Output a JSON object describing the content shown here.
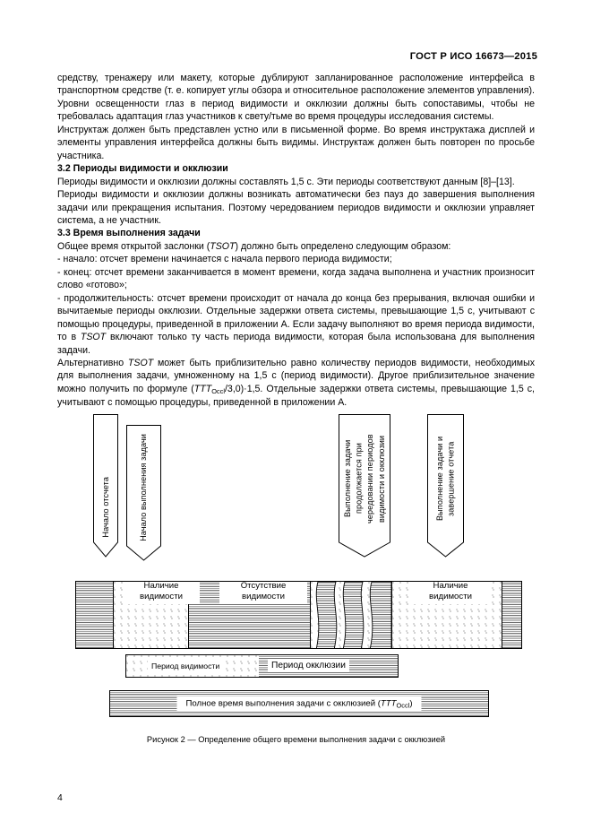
{
  "document": {
    "header": "ГОСТ Р ИСО 16673—2015",
    "page_number": "4"
  },
  "body": {
    "paragraphs": [
      {
        "id": "p1",
        "type": "continuation",
        "text": "средству, тренажеру или макету, которые дублируют запланированное расположение интерфейса в транспортном средстве (т. е. копирует углы обзора и относительное расположение элементов управления). Уровни освещенности глаз в период видимости и окклюзии должны быть сопоставимы, чтобы не требовалась адаптация глаз участников к свету/тьме во время процедуры исследования системы."
      },
      {
        "id": "p2",
        "type": "indent",
        "text": "Инструктаж должен быть представлен устно или в письменной форме. Во время инструктажа дисплей и элементы управления интерфейса должны быть видимы. Инструктаж должен быть повторен по просьбе участника."
      },
      {
        "id": "h32",
        "type": "heading",
        "text": "3.2 Периоды видимости и окклюзии"
      },
      {
        "id": "p3",
        "type": "indent",
        "text": "Периоды видимости и окклюзии должны составлять 1,5 с. Эти периоды соответствуют данным [8]–[13]."
      },
      {
        "id": "p4",
        "type": "indent",
        "text": "Периоды видимости и окклюзии должны возникать автоматически без пауз до завершения выполнения задачи или прекращения испытания. Поэтому чередованием периодов видимости и окклюзии управляет система, а не участник."
      },
      {
        "id": "h33",
        "type": "heading",
        "text": "3.3 Время выполнения задачи"
      }
    ],
    "p5_parts": {
      "before": "Общее время открытой заслонки (",
      "italic": "TSOT",
      "after": ") должно быть определено следующим образом:"
    },
    "dash1": "- начало: отсчет времени начинается с начала первого периода видимости;",
    "dash2": "- конец: отсчет времени заканчивается в момент времени, когда задача выполнена и участник произносит слово «готово»;",
    "dash3_parts": {
      "before": "- продолжительность: отсчет времени происходит от начала до конца без прерывания, включая ошибки и вычитаемые периоды окклюзии. Отдельные задержки ответа системы, превышающие 1,5 с, учитывают с помощью процедуры, приведенной в приложении А. Если задачу выполняют во время периода видимости, то в ",
      "italic": "TSOT",
      "after": " включают только ту часть периода видимости, которая была использована для выполнения задачи."
    },
    "p6_parts": {
      "a": "Альтернативно ",
      "i1": "TSOT",
      "b": " может быть приблизительно равно количеству периодов видимости, необходимых для выполнения задачи, умноженному на 1,5 с (период видимости). Другое приблизительное значение можно получить по формуле (",
      "i2": "TTT",
      "sub": "Occl",
      "c": "/3,0)·1,5. Отдельные задержки ответа системы, превышающие 1,5 с, учитывают с помощью процедуры, приведенной в приложении А."
    }
  },
  "figure": {
    "caption": "Рисунок 2 — Определение общего времени выполнения задачи с окклюзией",
    "callouts": [
      {
        "id": "c1",
        "label": "Начало отсчета"
      },
      {
        "id": "c2",
        "label": "Начало выполнения задачи"
      },
      {
        "id": "c3",
        "label": "Выполнение задачи продолжается при чередовании периодов видимости и окклюзии"
      },
      {
        "id": "c4",
        "label": "Выполнение задачи и завершение отчета"
      }
    ],
    "timeline": {
      "labels": [
        {
          "id": "t1",
          "text": "Наличие видимости"
        },
        {
          "id": "t2",
          "text": "Отсутствие видимости"
        },
        {
          "id": "t3",
          "text": "Наличие видимости"
        }
      ]
    },
    "legend": {
      "visibility": "Период видимости",
      "occlusion": "Период окклюзии"
    },
    "total": {
      "before": "Полное время выполнения задачи с окклюзией (",
      "italic": "TTT",
      "sub": "Occl",
      "after": ")"
    }
  },
  "colors": {
    "text": "#000000",
    "rule": "#000000",
    "occlusion_fill": "#6d6d6d",
    "visibility_fill": "#555555",
    "background": "#ffffff"
  }
}
